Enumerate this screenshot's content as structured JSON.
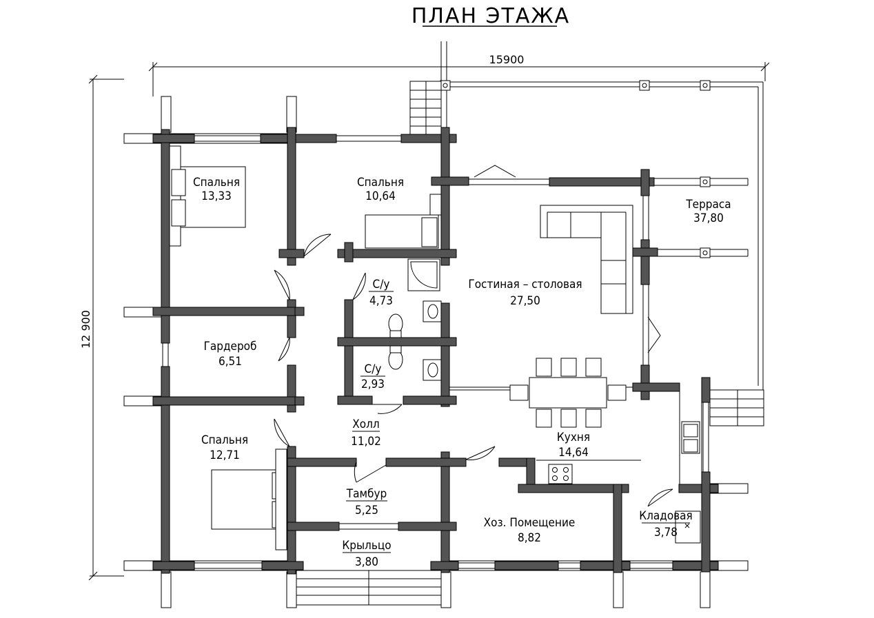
{
  "title": "ПЛАН ЭТАЖА",
  "dimensions": {
    "width": "15900",
    "height": "12 900"
  },
  "rooms": [
    {
      "name": "Спальня",
      "area": "13,33"
    },
    {
      "name": "Спальня",
      "area": "10,64"
    },
    {
      "name": "Терраса",
      "area": "37,80"
    },
    {
      "name": "С/у",
      "area": "4,73"
    },
    {
      "name": "Гостиная – столовая",
      "area": "27,50"
    },
    {
      "name": "Гардероб",
      "area": "6,51"
    },
    {
      "name": "С/у",
      "area": "2,93"
    },
    {
      "name": "Холл",
      "area": "11,02"
    },
    {
      "name": "Спальня",
      "area": "12,71"
    },
    {
      "name": "Кухня",
      "area": "14,64"
    },
    {
      "name": "Тамбур",
      "area": "5,25"
    },
    {
      "name": "Хоз. Помещение",
      "area": "8,82"
    },
    {
      "name": "Кладовая",
      "area": "3,78"
    },
    {
      "name": "Крыльцо",
      "area": "3,80"
    }
  ]
}
